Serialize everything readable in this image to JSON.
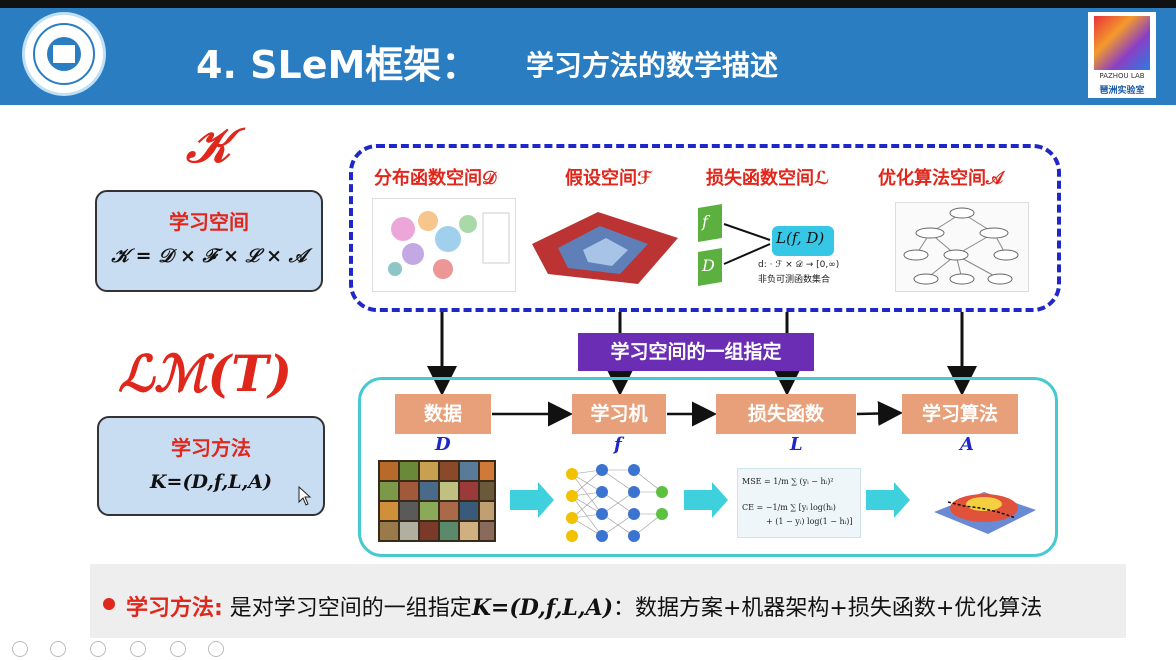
{
  "header": {
    "title_main": "4. SLeM框架：",
    "title_sub": "学习方法的数学描述",
    "logo_left": "xi-an-jiaotong-university-seal",
    "logo_right_text_en": "PAZHOU LAB",
    "logo_right_text_cn": "琶洲实验室"
  },
  "left": {
    "k_symbol": "𝒦",
    "lm_symbol": "ℒℳ(T)",
    "space_box": {
      "heading": "学习空间",
      "formula": "𝒦 = 𝒟 × ℱ × ℒ × 𝒜"
    },
    "method_box": {
      "heading": "学习方法",
      "formula": "K=(D,f,L,A)"
    }
  },
  "spaces": {
    "items": [
      {
        "label": "分布函数空间𝒟"
      },
      {
        "label": "假设空间ℱ"
      },
      {
        "label": "损失函数空间ℒ"
      },
      {
        "label": "优化算法空间𝒜"
      }
    ],
    "loss_diagram": {
      "input_f": "f",
      "input_d": "D",
      "output": "L(f, D)",
      "caption1": "d: · ℱ × 𝒟 → [0,∞)",
      "caption2": "非负可测函数集合"
    }
  },
  "purple_label": "学习空间的一组指定",
  "pipeline": {
    "steps": [
      {
        "label": "数据",
        "symbol": "D"
      },
      {
        "label": "学习机",
        "symbol": "f"
      },
      {
        "label": "损失函数",
        "symbol": "L"
      },
      {
        "label": "学习算法",
        "symbol": "A"
      }
    ],
    "formula": {
      "mse": "MSE = 1/m ∑ (yᵢ − hᵢ)²",
      "ce1": "CE = −1/m ∑ [yᵢ log(hᵢ)",
      "ce2": "+ (1 − yᵢ) log(1 − hᵢ)]"
    }
  },
  "bottom": {
    "label": "学习方法:",
    "text_a": " 是对学习空间的一组指定",
    "math": "K=(D,f,L,A)",
    "text_b": "：数据方案+机器架构+损失函数+优化算法"
  },
  "colors": {
    "header_blue": "#2b7dc2",
    "accent_red": "#e0271c",
    "dash_blue": "#1f27c9",
    "purple": "#6a2db3",
    "teal": "#46c9d0",
    "step_orange": "#e8a07a"
  }
}
